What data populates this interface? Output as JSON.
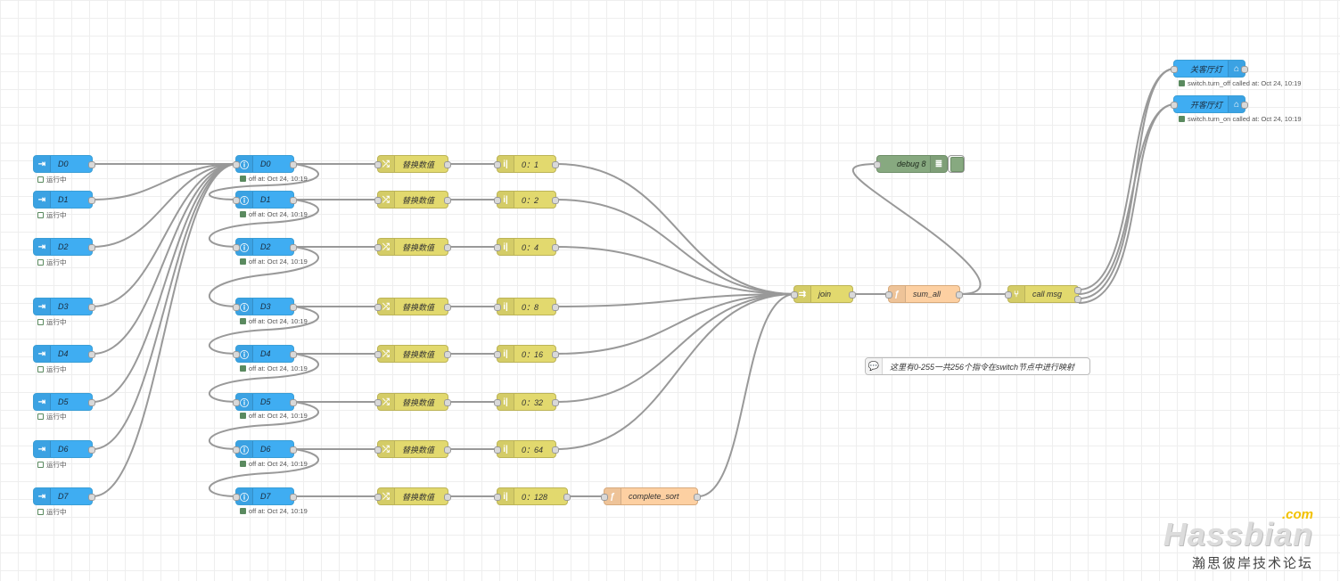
{
  "inject_nodes": [
    {
      "label": "D0",
      "status": "运行中"
    },
    {
      "label": "D1",
      "status": "运行中"
    },
    {
      "label": "D2",
      "status": "运行中"
    },
    {
      "label": "D3",
      "status": "运行中"
    },
    {
      "label": "D4",
      "status": "运行中"
    },
    {
      "label": "D5",
      "status": "运行中"
    },
    {
      "label": "D6",
      "status": "运行中"
    },
    {
      "label": "D7",
      "status": "运行中"
    }
  ],
  "state_nodes": [
    {
      "label": "D0",
      "status": "off at: Oct 24, 10:19"
    },
    {
      "label": "D1",
      "status": "off at: Oct 24, 10:19"
    },
    {
      "label": "D2",
      "status": "off at: Oct 24, 10:19"
    },
    {
      "label": "D3",
      "status": "off at: Oct 24, 10:19"
    },
    {
      "label": "D4",
      "status": "off at: Oct 24, 10:19"
    },
    {
      "label": "D5",
      "status": "off at: Oct 24, 10:19"
    },
    {
      "label": "D6",
      "status": "off at: Oct 24, 10:19"
    },
    {
      "label": "D7",
      "status": "off at: Oct 24, 10:19"
    }
  ],
  "change_nodes": [
    {
      "label": "替换数值"
    },
    {
      "label": "替换数值"
    },
    {
      "label": "替换数值"
    },
    {
      "label": "替换数值"
    },
    {
      "label": "替换数值"
    },
    {
      "label": "替换数值"
    },
    {
      "label": "替换数值"
    },
    {
      "label": "替换数值"
    }
  ],
  "template_nodes": [
    {
      "label": "0：1"
    },
    {
      "label": "0：2"
    },
    {
      "label": "0：4"
    },
    {
      "label": "0：8"
    },
    {
      "label": "0：16"
    },
    {
      "label": "0：32"
    },
    {
      "label": "0：64"
    },
    {
      "label": "0：128"
    }
  ],
  "complete_sort": {
    "label": "complete_sort"
  },
  "join": {
    "label": "join"
  },
  "sum_all": {
    "label": "sum_all"
  },
  "call_msg": {
    "label": "call msg"
  },
  "debug": {
    "label": "debug 8"
  },
  "service_nodes": [
    {
      "label": "关客厅灯",
      "status": "switch.turn_off called at: Oct 24, 10:19"
    },
    {
      "label": "开客厅灯",
      "status": "switch.turn_on called at: Oct 24, 10:19"
    }
  ],
  "comment": {
    "label": "这里有0-255一共256个指令在switch节点中进行映射"
  },
  "watermark": {
    "com": ".com",
    "name": "Hassbian",
    "sub": "瀚思彼岸技术论坛"
  },
  "colors": {
    "inject": "#3fadf2",
    "function_yellow": "#e2d96e",
    "function_orange": "#fdd0a2",
    "debug": "#87a980",
    "wire": "#999999",
    "status_green": "#5a8a5f"
  }
}
